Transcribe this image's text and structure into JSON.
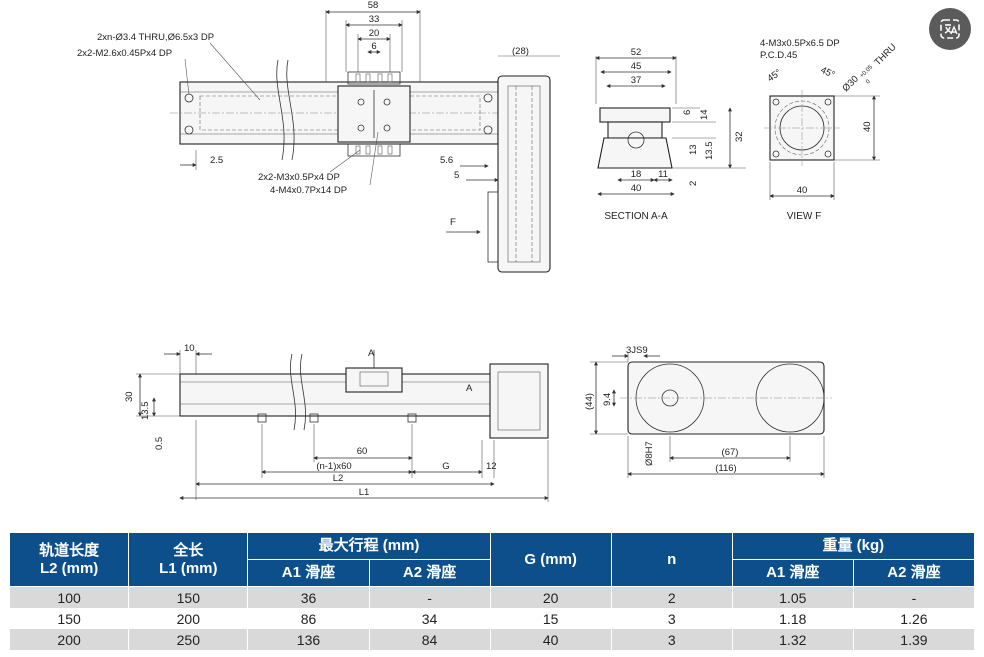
{
  "drawing": {
    "top_view": {
      "callout_thru": "2xn-Ø3.4 THRU,Ø6.5x3 DP",
      "callout_m26": "2x2-M2.6x0.45Px4 DP",
      "callout_m3": "2x2-M3x0.5Px4 DP",
      "callout_m4": "4-M4x0.7Px14 DP",
      "dim_58": "58",
      "dim_33": "33",
      "dim_20": "20",
      "dim_6": "6",
      "dim_28": "(28)",
      "dim_2_5": "2.5",
      "dim_5_6": "5.6",
      "dim_5": "5",
      "arrow_f": "F"
    },
    "section_aa": {
      "caption": "SECTION A-A",
      "dim_52": "52",
      "dim_45": "45",
      "dim_37": "37",
      "dim_6": "6",
      "dim_14": "14",
      "dim_32": "32",
      "dim_13": "13",
      "dim_13_5": "13.5",
      "dim_18": "18",
      "dim_11": "11",
      "dim_40": "40",
      "dim_2": "2"
    },
    "view_f": {
      "caption": "VIEW F",
      "callout_m3": "4-M3x0.5Px6.5 DP",
      "pcd": "P.C.D.45",
      "angle_a": "45°",
      "angle_b": "45°",
      "bore": "Ø30",
      "bore_tol": "+0.05",
      "bore_tol2": "0",
      "thru": "THRU",
      "dim_40h": "40",
      "dim_40v": "40"
    },
    "side_view": {
      "dim_10": "10",
      "dim_30": "30",
      "dim_13_5": "13.5",
      "dim_0_5": "0.5",
      "dim_60": "60",
      "dim_n1x60": "(n-1)x60",
      "dim_g": "G",
      "dim_12": "12",
      "dim_l2": "L2",
      "dim_l1": "L1",
      "label_a1": "A",
      "label_a2": "A"
    },
    "end_view": {
      "dim_3js9": "3JS9",
      "dim_44": "(44)",
      "dim_9_4": "9.4",
      "dim_8h7": "Ø8H7",
      "dim_67": "(67)",
      "dim_116": "(116)"
    }
  },
  "translate_icon": "translate-icon",
  "colors": {
    "header_bg": "#0d4f8a",
    "row_alt": "#d9d9d9"
  },
  "table": {
    "headers": {
      "rail_length": "轨道长度\nL2 (mm)",
      "total_length": "全长\nL1 (mm)",
      "max_stroke": "最大行程 (mm)",
      "g": "G (mm)",
      "n": "n",
      "weight": "重量 (kg)",
      "a1_stroke": "A1 滑座",
      "a2_stroke": "A2 滑座",
      "a1_weight": "A1 滑座",
      "a2_weight": "A2 滑座"
    },
    "rows": [
      {
        "l2": "100",
        "l1": "150",
        "a1": "36",
        "a2": "-",
        "g": "20",
        "n": "2",
        "w1": "1.05",
        "w2": "-"
      },
      {
        "l2": "150",
        "l1": "200",
        "a1": "86",
        "a2": "34",
        "g": "15",
        "n": "3",
        "w1": "1.18",
        "w2": "1.26"
      },
      {
        "l2": "200",
        "l1": "250",
        "a1": "136",
        "a2": "84",
        "g": "40",
        "n": "3",
        "w1": "1.32",
        "w2": "1.39"
      }
    ]
  }
}
